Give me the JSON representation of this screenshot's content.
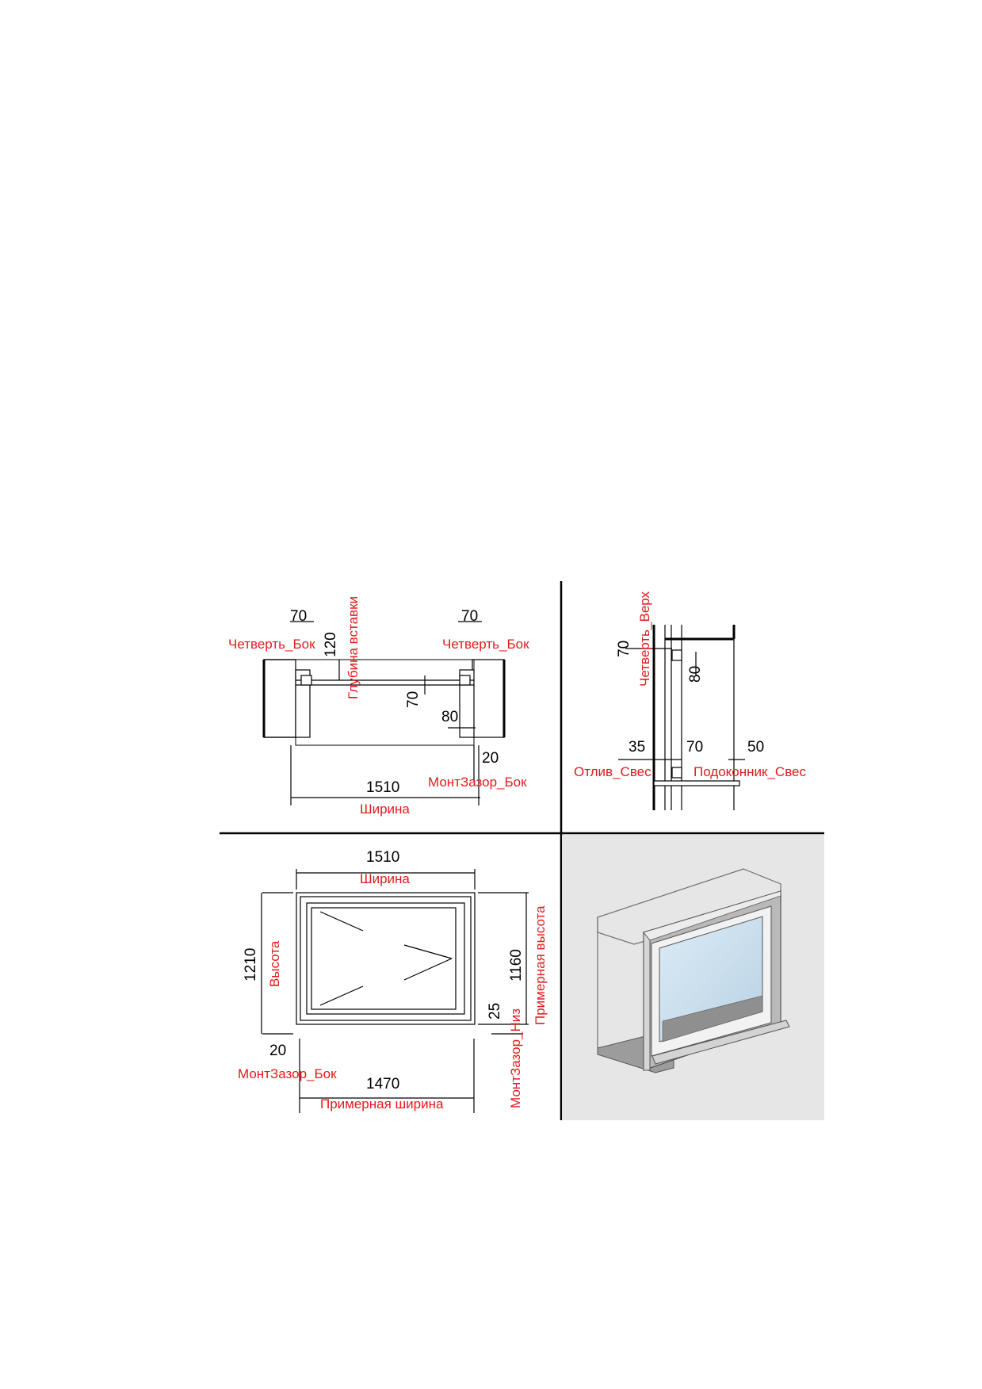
{
  "plan": {
    "quarter_left_value": "70",
    "quarter_left_label": "Четверть_Бок",
    "insert_depth_value": "120",
    "insert_depth_label": "Глубина вставки",
    "quarter_right_value": "70",
    "quarter_right_label": "Четверть_Бок",
    "frame_depth_value": "70",
    "offset_value": "80",
    "mount_gap_value": "20",
    "mount_gap_label": "МонтЗазор_Бок",
    "width_value": "1510",
    "width_label": "Ширина"
  },
  "section": {
    "quarter_top_value": "70",
    "quarter_top_label": "Четверть_Верх",
    "offset_value": "80",
    "drip_value": "35",
    "drip_label": "Отлив_Свес",
    "frame_value": "70",
    "sill_value": "50",
    "sill_label": "Подоконник_Свес"
  },
  "elevation": {
    "width_value": "1510",
    "width_label": "Ширина",
    "height_value": "1210",
    "height_label": "Высота",
    "approx_height_value": "1160",
    "approx_height_label": "Примерная высота",
    "bottom_gap_value": "25",
    "bottom_gap_label": "МонтЗазор_Низ",
    "side_gap_value": "20",
    "side_gap_label": "МонтЗазор_Бок",
    "approx_width_value": "1470",
    "approx_width_label": "Примерная ширина"
  },
  "colors": {
    "dimension_text": "#000000",
    "parameter_label": "#e21b1b",
    "view_background": "#e6e6e6",
    "glass": "#cfe3f0"
  }
}
